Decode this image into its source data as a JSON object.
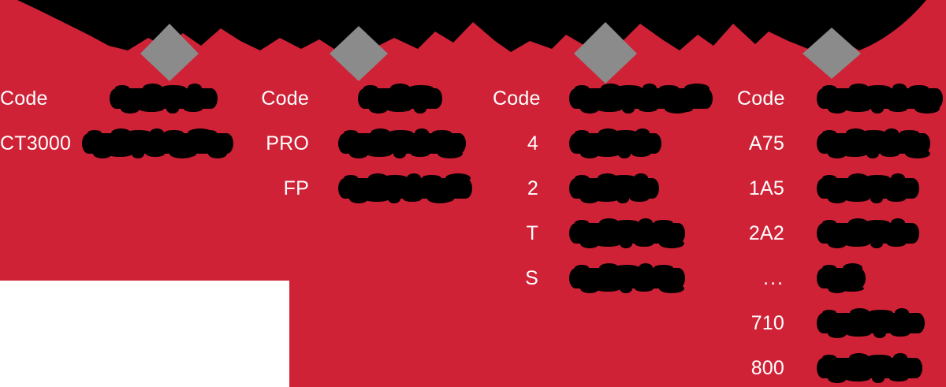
{
  "page": {
    "background_color": "#cf2237",
    "redaction_color": "#000000",
    "accent_gray": "#8b8b8b",
    "text_color": "#ffffff",
    "white_panel_color": "#ffffff"
  },
  "decoration": {
    "band_name": "jagged-black-band",
    "diamond_count": 4,
    "diamond_color": "#8b8b8b"
  },
  "columns": [
    {
      "id": "column-1",
      "header": {
        "label": "Code",
        "value_redacted": true,
        "redaction_width": 115
      },
      "rows": [
        {
          "label": "CT3000",
          "value_redacted": true,
          "redaction_width": 170
        }
      ]
    },
    {
      "id": "column-2",
      "header": {
        "label": "Code",
        "value_redacted": true,
        "redaction_width": 85
      },
      "rows": [
        {
          "label": "PRO",
          "value_redacted": true,
          "redaction_width": 140
        },
        {
          "label": "FP",
          "value_redacted": true,
          "redaction_width": 148
        }
      ]
    },
    {
      "id": "column-3",
      "header": {
        "label": "Code",
        "value_redacted": true,
        "redaction_width": 160
      },
      "rows": [
        {
          "label": "4",
          "value_redacted": true,
          "redaction_width": 95
        },
        {
          "label": "2",
          "value_redacted": true,
          "redaction_width": 92
        },
        {
          "label": "T",
          "value_redacted": true,
          "redaction_width": 125
        },
        {
          "label": "S",
          "value_redacted": true,
          "redaction_width": 125
        }
      ]
    },
    {
      "id": "column-4",
      "header": {
        "label": "Code",
        "value_redacted": true,
        "redaction_width": 138
      },
      "rows": [
        {
          "label": "A75",
          "value_redacted": true,
          "redaction_width": 122
        },
        {
          "label": "1A5",
          "value_redacted": true,
          "redaction_width": 108
        },
        {
          "label": "2A2",
          "value_redacted": true,
          "redaction_width": 108
        },
        {
          "label": "...",
          "value_redacted": true,
          "redaction_width": 40
        },
        {
          "label": "710",
          "value_redacted": true,
          "redaction_width": 115
        },
        {
          "label": "800",
          "value_redacted": true,
          "redaction_width": 112
        }
      ]
    }
  ]
}
